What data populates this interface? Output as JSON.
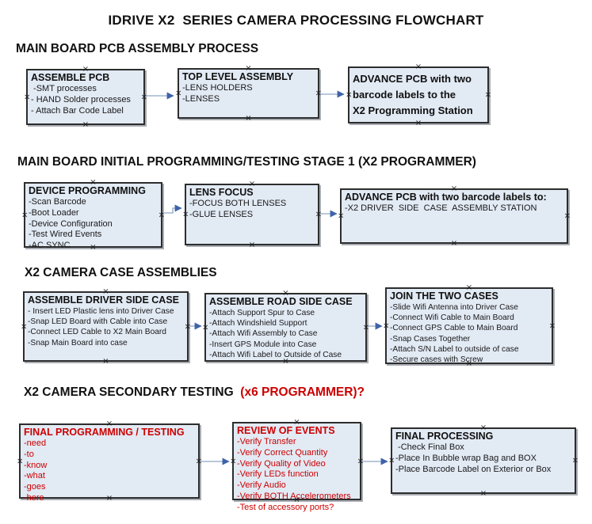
{
  "title": "IDRIVE X2  SERIES CAMERA PROCESSING FLOWCHART",
  "colors": {
    "box_fill": "#e2eaf4",
    "box_border": "#2d2d2d",
    "red": "#cc0000",
    "arrow_line": "#8ea6c8",
    "arrow_head": "#3f63a8"
  },
  "icons": {
    "selection_handle_glyph": "×"
  },
  "sections": [
    {
      "heading": "MAIN BOARD PCB ASSEMBLY PROCESS"
    },
    {
      "heading": "MAIN BOARD INITIAL PROGRAMMING/TESTING STAGE 1 (X2 PROGRAMMER)"
    },
    {
      "heading": "X2 CAMERA CASE ASSEMBLIES"
    },
    {
      "heading": "X2 CAMERA SECONDARY TESTING",
      "heading_red": "  (x6 PROGRAMMER)?"
    }
  ],
  "boxes": {
    "r1b1": {
      "title": "ASSEMBLE PCB",
      "items": [
        " -SMT processes",
        "- HAND Solder processes",
        "- Attach Bar Code Label"
      ]
    },
    "r1b2": {
      "title": "TOP LEVEL ASSEMBLY",
      "items": [
        "-LENS HOLDERS",
        "-LENSES"
      ]
    },
    "r1b3": {
      "title": "ADVANCE PCB with two\nbarcode labels to the\n X2 Programming Station",
      "items": []
    },
    "r2b1": {
      "title": "DEVICE PROGRAMMING",
      "items": [
        "-Scan Barcode",
        "-Boot Loader",
        "-Device Configuration",
        "-Test Wired Events",
        "-AC SYNC"
      ]
    },
    "r2b2": {
      "title": "LENS FOCUS",
      "items": [
        "-FOCUS BOTH LENSES",
        "-GLUE LENSES"
      ]
    },
    "r2b3": {
      "title": "ADVANCE PCB with two barcode labels to:",
      "items": [
        "-X2 DRIVER  SIDE  CASE  ASSEMBLY STATION"
      ]
    },
    "r3b1": {
      "title": "ASSEMBLE DRIVER SIDE CASE",
      "items": [
        "- Insert LED Plastic lens into Driver Case",
        "-Snap LED Board with Cable into Case",
        "-Connect LED Cable to X2 Main Board",
        "-Snap Main Board into case"
      ]
    },
    "r3b2": {
      "title": "ASSEMBLE ROAD SIDE CASE",
      "items": [
        "-Attach Support Spur to Case",
        "-Attach Windshield Support",
        "-Attach Wifi Assembly to Case",
        "-Insert GPS Module into Case",
        "-Attach Wifi Label to Outside of Case"
      ]
    },
    "r3b3": {
      "title": "JOIN THE TWO CASES",
      "items": [
        "-Slide Wifi Antenna into Driver Case",
        "-Connect Wifi Cable to Main Board",
        "-Connect GPS Cable to Main Board",
        "-Snap Cases Together",
        "-Attach S/N Label to outside of case",
        "-Secure cases with Screw"
      ]
    },
    "r4b1": {
      "title": "FINAL PROGRAMMING / TESTING",
      "items": [
        "-need",
        "-to",
        "-know",
        "-what",
        "-goes",
        "-here"
      ]
    },
    "r4b2": {
      "title": "REVIEW OF EVENTS",
      "items": [
        "-Verify Transfer",
        "-Verify Correct Quantity",
        "-Verify Quality of Video",
        "-Verify LEDs function",
        "-Verify Audio",
        "-Verify BOTH Accelerometers",
        "-Test of accessory ports?"
      ]
    },
    "r4b3": {
      "title": "FINAL PROCESSING",
      "items": [
        " -Check Final Box",
        "-Place In Bubble wrap Bag and BOX",
        "-Place Barcode Label on Exterior or Box"
      ]
    }
  }
}
